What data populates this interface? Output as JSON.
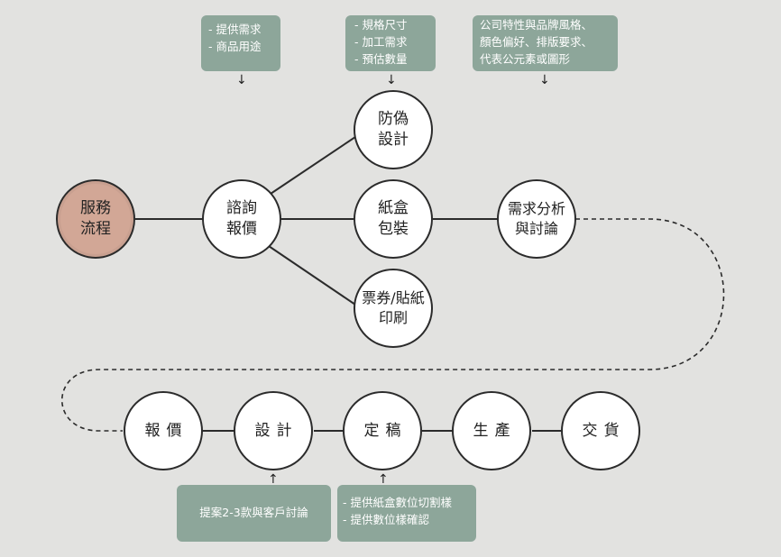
{
  "nodes": {
    "start": [
      "服務",
      "流程"
    ],
    "consult": [
      "諮詢",
      "報價"
    ],
    "anti_fake": [
      "防偽",
      "設計"
    ],
    "box_pack": [
      "紙盒",
      "包裝"
    ],
    "ticket": [
      "票券/貼紙",
      "印刷"
    ],
    "analysis": [
      "需求分析",
      "與討論"
    ],
    "quote": "報價",
    "design": "設計",
    "finalize": "定稿",
    "produce": "生產",
    "deliver": "交貨"
  },
  "notes": {
    "consult_note": [
      "- 提供需求",
      "- 商品用途"
    ],
    "spec_note": [
      "- 規格尺寸",
      "- 加工需求",
      "- 預估數量"
    ],
    "brand_note": [
      "公司特性與品牌風格、",
      "顏色偏好、排版要求、",
      "代表公元素或圖形"
    ],
    "design_note": "提案2-3款與客戶討論",
    "finalize_note": [
      "- 提供紙盒數位切割樣",
      "- 提供數位樣確認"
    ]
  },
  "arrows": {
    "down": "↓",
    "up": "↑"
  },
  "colors": {
    "start_fill": "#d2a796",
    "note_fill": "#8da69a",
    "background": "#e2e2e0"
  }
}
